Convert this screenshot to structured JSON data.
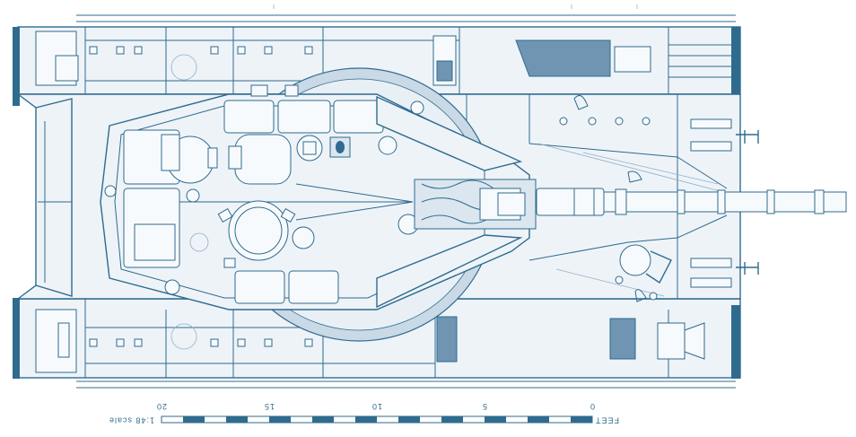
{
  "scale": {
    "unit_label": "FEET",
    "ratio_label": "1:48 scale",
    "ticks": [
      "0",
      "5",
      "10",
      "15",
      "20"
    ]
  },
  "colors": {
    "line": "#2f6b8e",
    "fill_light": "#eef3f8",
    "fill_dark": "#6f95b2",
    "background": "#ffffff"
  }
}
